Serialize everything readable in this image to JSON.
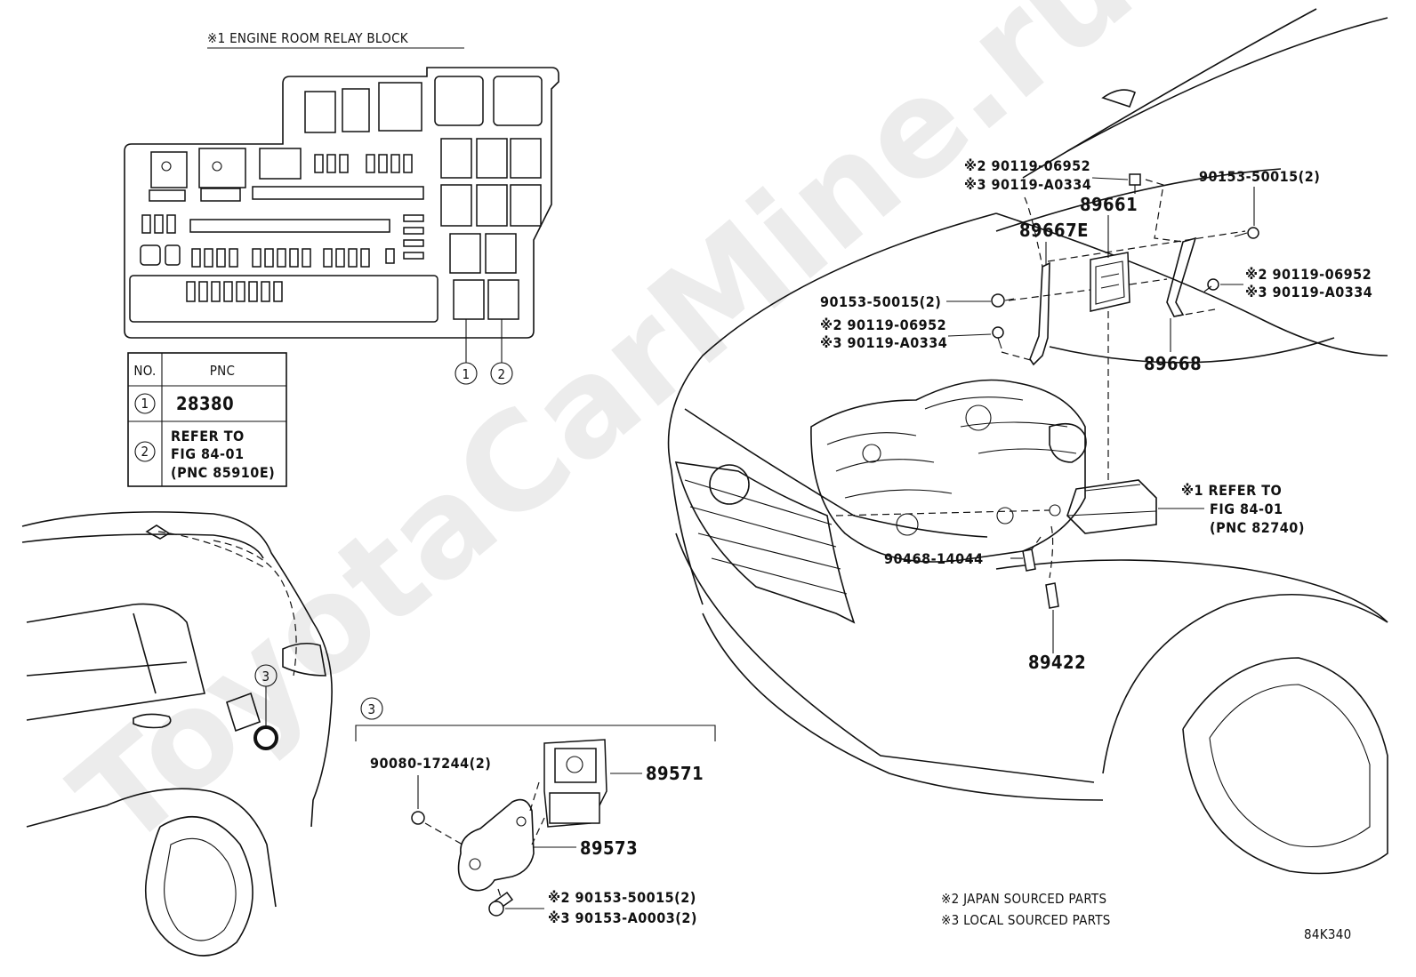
{
  "watermark": "ToyotaCarMine.ru",
  "relay_block": {
    "title": "※1 ENGINE ROOM RELAY BLOCK",
    "markers": [
      "1",
      "2"
    ]
  },
  "pnc_table": {
    "headers": [
      "NO.",
      "PNC"
    ],
    "rows": [
      {
        "no": "1",
        "lines": [
          "28380"
        ]
      },
      {
        "no": "2",
        "lines": [
          "REFER TO",
          "FIG 84-01",
          "(PNC 85910E)"
        ]
      }
    ]
  },
  "callouts": {
    "rear_marker": "3",
    "inset_marker": "3",
    "top_left_pair": [
      "※2 90119-06952",
      "※3 90119-A0334"
    ],
    "top_right_bolt": "90153-50015(2)",
    "right_pair": [
      "※2 90119-06952",
      "※3 90119-A0334"
    ],
    "p89661": "89661",
    "p89667E": "89667E",
    "left_bolt": "90153-50015(2)",
    "left_pair": [
      "※2 90119-06952",
      "※3 90119-A0334"
    ],
    "p89668": "89668",
    "refer_relay": [
      "※1 REFER TO",
      "FIG 84-01",
      "(PNC 82740)"
    ],
    "clip": "90468-14044",
    "p89422": "89422",
    "nut": "90080-17244(2)",
    "p89571": "89571",
    "p89573": "89573",
    "bottom_pair": [
      "※2 90153-50015(2)",
      "※3 90153-A0003(2)"
    ]
  },
  "notes": [
    "※2 JAPAN SOURCED PARTS",
    "※3 LOCAL SOURCED PARTS"
  ],
  "figure_code": "84K340"
}
